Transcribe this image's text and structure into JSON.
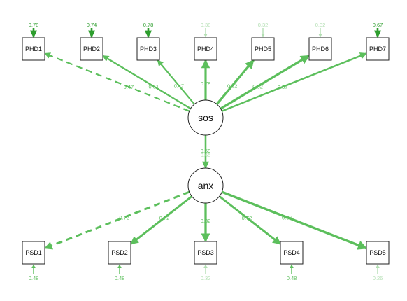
{
  "latents": [
    {
      "id": "sos",
      "label": "sos"
    },
    {
      "id": "anx",
      "label": "anx"
    }
  ],
  "indicators": [
    {
      "id": "PHD1",
      "label": "PHD1",
      "factor": "sos",
      "loading": "0.47",
      "residual": "0.78",
      "dashed": true
    },
    {
      "id": "PHD2",
      "label": "PHD2",
      "factor": "sos",
      "loading": "0.51",
      "residual": "0.74",
      "dashed": false
    },
    {
      "id": "PHD3",
      "label": "PHD3",
      "factor": "sos",
      "loading": "0.47",
      "residual": "0.78",
      "dashed": false
    },
    {
      "id": "PHD4",
      "label": "PHD4",
      "factor": "sos",
      "loading": "0.78",
      "residual": "0.38",
      "dashed": false
    },
    {
      "id": "PHD5",
      "label": "PHD5",
      "factor": "sos",
      "loading": "0.82",
      "residual": "0.32",
      "dashed": false
    },
    {
      "id": "PHD6",
      "label": "PHD6",
      "factor": "sos",
      "loading": "0.82",
      "residual": "0.32",
      "dashed": false
    },
    {
      "id": "PHD7",
      "label": "PHD7",
      "factor": "sos",
      "loading": "0.57",
      "residual": "0.67",
      "dashed": false
    },
    {
      "id": "PSD1",
      "label": "PSD1",
      "factor": "anx",
      "loading": "0.72",
      "residual": "0.48",
      "dashed": true
    },
    {
      "id": "PSD2",
      "label": "PSD2",
      "factor": "anx",
      "loading": "0.72",
      "residual": "0.48",
      "dashed": false
    },
    {
      "id": "PSD3",
      "label": "PSD3",
      "factor": "anx",
      "loading": "0.82",
      "residual": "0.32",
      "dashed": false
    },
    {
      "id": "PSD4",
      "label": "PSD4",
      "factor": "anx",
      "loading": "0.72",
      "residual": "0.48",
      "dashed": false
    },
    {
      "id": "PSD5",
      "label": "PSD5",
      "factor": "anx",
      "loading": "0.86",
      "residual": "0.26",
      "dashed": false
    }
  ],
  "regression": {
    "from": "sos",
    "to": "anx",
    "coefficient": "0.59",
    "residual": "0.65"
  },
  "colors": {
    "path": "#5cbf5c",
    "strong": "#2e9e2e",
    "faint": "#b3dfb3",
    "node_stroke": "#222222"
  }
}
